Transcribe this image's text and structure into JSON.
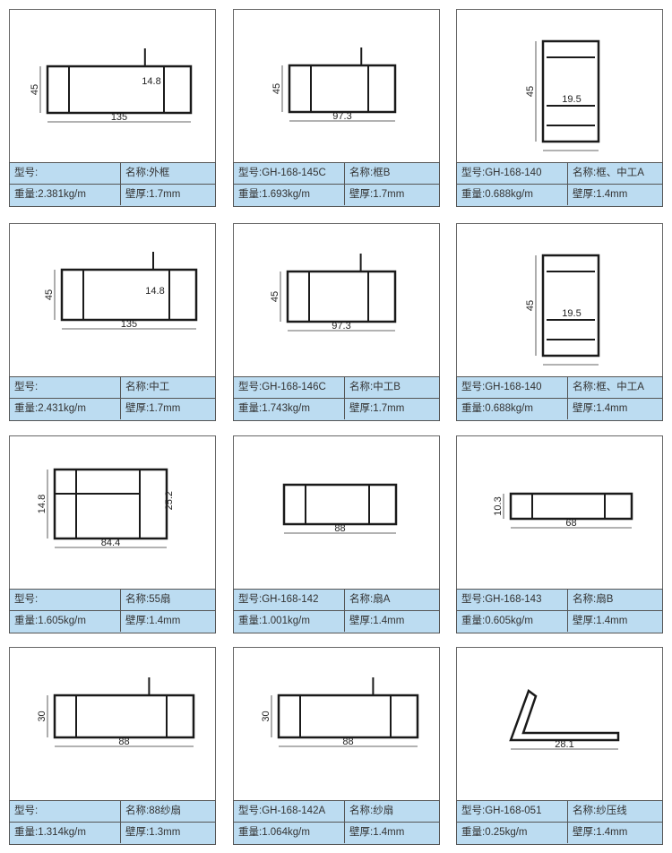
{
  "labels": {
    "model": "型号:",
    "name": "名称:",
    "weight": "重量:",
    "wall": "壁厚:"
  },
  "cards": [
    {
      "model": "型号:",
      "name": "名称:外框",
      "weight": "重量:2.381kg/m",
      "wall": "壁厚:1.7mm",
      "dims": [
        "45",
        "135",
        "14.8"
      ]
    },
    {
      "model": "型号:GH-168-145C",
      "name": "名称:框B",
      "weight": "重量:1.693kg/m",
      "wall": "壁厚:1.7mm",
      "dims": [
        "45",
        "97.3"
      ]
    },
    {
      "model": "型号:GH-168-140",
      "name": "名称:框、中工A",
      "weight": "重量:0.688kg/m",
      "wall": "壁厚:1.4mm",
      "dims": [
        "45",
        "19.5"
      ]
    },
    {
      "model": "型号:",
      "name": "名称:中工",
      "weight": "重量:2.431kg/m",
      "wall": "壁厚:1.7mm",
      "dims": [
        "45",
        "135",
        "14.8"
      ]
    },
    {
      "model": "型号:GH-168-146C",
      "name": "名称:中工B",
      "weight": "重量:1.743kg/m",
      "wall": "壁厚:1.7mm",
      "dims": [
        "45",
        "97.3"
      ]
    },
    {
      "model": "型号:GH-168-140",
      "name": "名称:框、中工A",
      "weight": "重量:0.688kg/m",
      "wall": "壁厚:1.4mm",
      "dims": [
        "45",
        "19.5"
      ]
    },
    {
      "model": "型号:",
      "name": "名称:55扇",
      "weight": "重量:1.605kg/m",
      "wall": "壁厚:1.4mm",
      "dims": [
        "14.8",
        "84.4",
        "25.2"
      ]
    },
    {
      "model": "型号:GH-168-142",
      "name": "名称:扇A",
      "weight": "重量:1.001kg/m",
      "wall": "壁厚:1.4mm",
      "dims": [
        "",
        "88"
      ]
    },
    {
      "model": "型号:GH-168-143",
      "name": "名称:扇B",
      "weight": "重量:0.605kg/m",
      "wall": "壁厚:1.4mm",
      "dims": [
        "10.3",
        "68"
      ]
    },
    {
      "model": "型号:",
      "name": "名称:88纱扇",
      "weight": "重量:1.314kg/m",
      "wall": "壁厚:1.3mm",
      "dims": [
        "30",
        "88"
      ]
    },
    {
      "model": "型号:GH-168-142A",
      "name": "名称:纱扇",
      "weight": "重量:1.064kg/m",
      "wall": "壁厚:1.4mm",
      "dims": [
        "30",
        "88"
      ]
    },
    {
      "model": "型号:GH-168-051",
      "name": "名称:纱压线",
      "weight": "重量:0.25kg/m",
      "wall": "壁厚:1.4mm",
      "dims": [
        "",
        "28.1"
      ]
    }
  ]
}
